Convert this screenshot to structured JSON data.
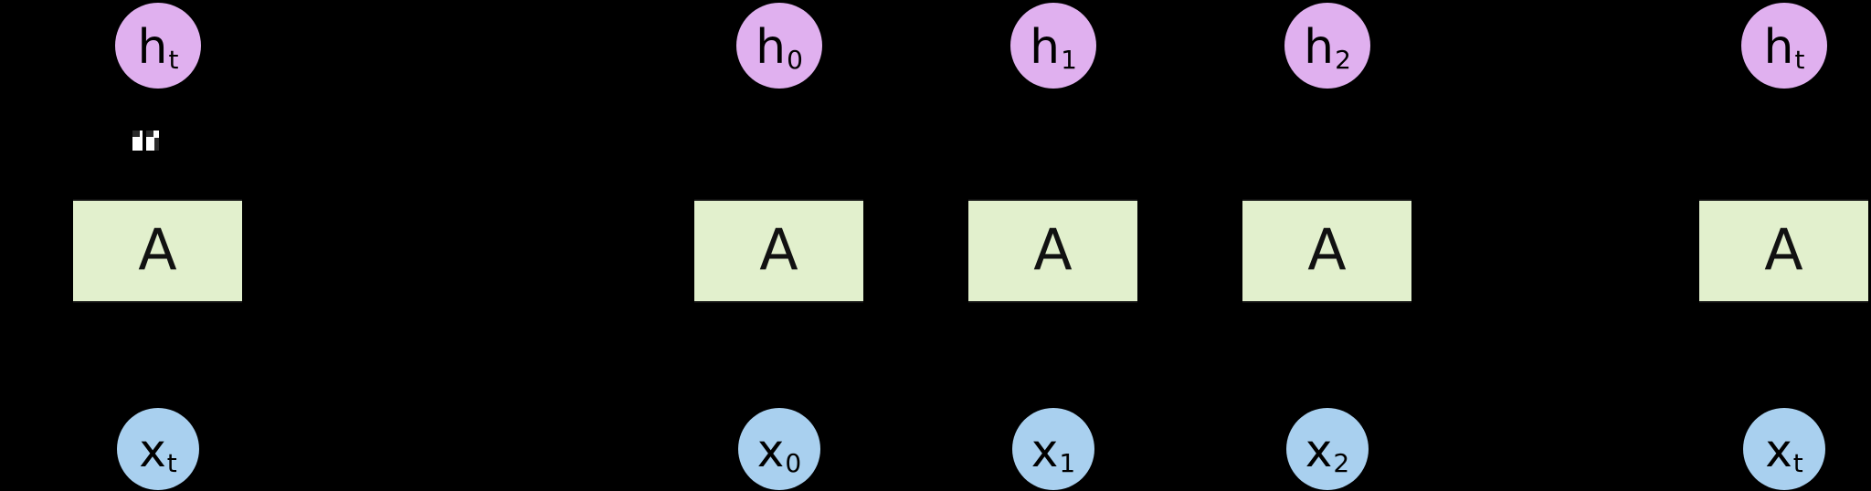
{
  "diagram": {
    "title": "rnn-unrolled-diagram",
    "background_color": "#000000",
    "colors": {
      "hidden_state": "#e0b0ef",
      "cell": "#e2f0cd",
      "input": "#a9d0ef",
      "stroke": "#111111"
    },
    "cell_label": "A",
    "columns": [
      {
        "id": "folded",
        "hidden": {
          "base": "h",
          "sub": "t"
        },
        "cell": "A",
        "input": {
          "base": "x",
          "sub": "t"
        },
        "glyph": "missing-glyph"
      },
      {
        "id": "step-0",
        "hidden": {
          "base": "h",
          "sub": "0"
        },
        "cell": "A",
        "input": {
          "base": "x",
          "sub": "0"
        }
      },
      {
        "id": "step-1",
        "hidden": {
          "base": "h",
          "sub": "1"
        },
        "cell": "A",
        "input": {
          "base": "x",
          "sub": "1"
        }
      },
      {
        "id": "step-2",
        "hidden": {
          "base": "h",
          "sub": "2"
        },
        "cell": "A",
        "input": {
          "base": "x",
          "sub": "2"
        }
      },
      {
        "id": "step-t",
        "hidden": {
          "base": "h",
          "sub": "t"
        },
        "cell": "A",
        "input": {
          "base": "x",
          "sub": "t"
        }
      }
    ]
  }
}
